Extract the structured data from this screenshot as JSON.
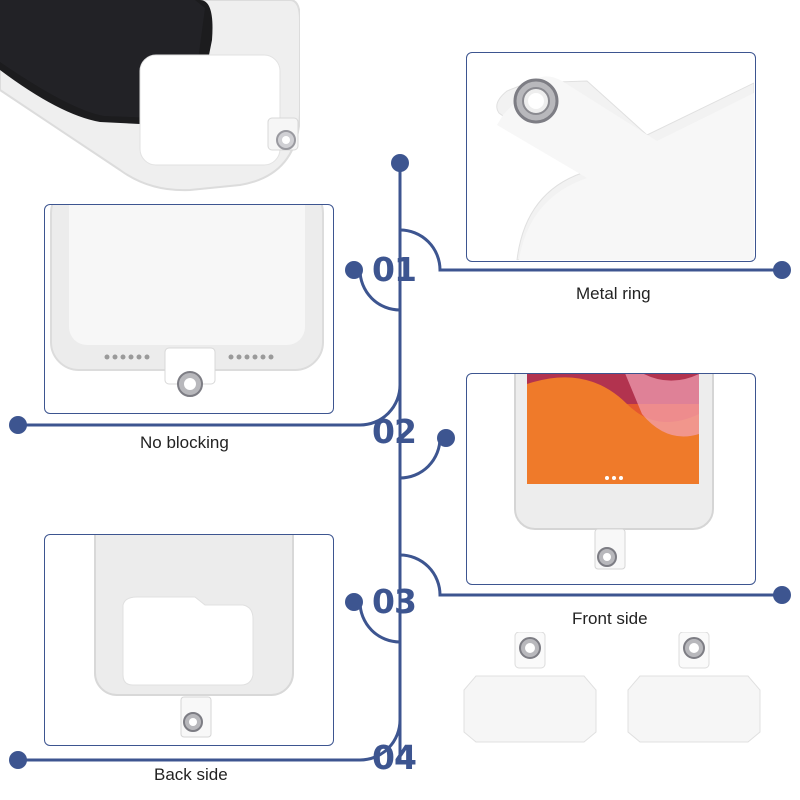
{
  "steps": [
    {
      "number": "01",
      "caption": "Metal ring"
    },
    {
      "number": "02",
      "caption": "No blocking"
    },
    {
      "number": "03",
      "caption": "Front side"
    },
    {
      "number": "04",
      "caption": "Back side"
    }
  ],
  "colors": {
    "accent": "#3d5590",
    "frame_border": "#3d5590",
    "case_gray": "#e8e8e8",
    "metal_silver": "#b8b8bc",
    "phone_black": "#1c1c1e"
  }
}
